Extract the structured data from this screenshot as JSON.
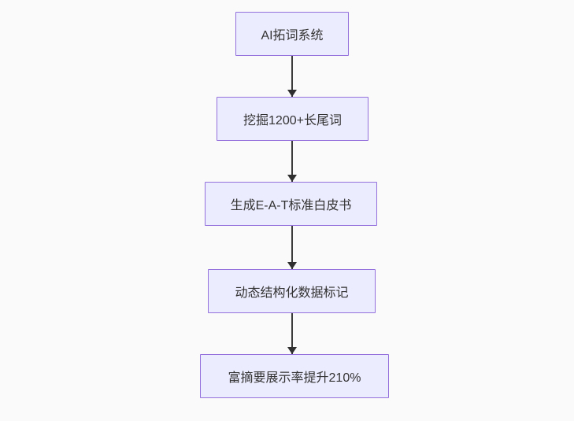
{
  "diagram": {
    "type": "flowchart",
    "direction": "top-down",
    "nodes": [
      {
        "id": "A",
        "label": "AI拓词系统"
      },
      {
        "id": "B",
        "label": "挖掘1200+长尾词"
      },
      {
        "id": "C",
        "label": "生成E-A-T标准白皮书"
      },
      {
        "id": "D",
        "label": "动态结构化数据标记"
      },
      {
        "id": "E",
        "label": "富摘要展示率提升210%"
      }
    ],
    "edges": [
      {
        "from": "A",
        "to": "B"
      },
      {
        "from": "B",
        "to": "C"
      },
      {
        "from": "C",
        "to": "D"
      },
      {
        "from": "D",
        "to": "E"
      }
    ],
    "colors": {
      "node_fill": "#ECECFF",
      "node_border": "#9370DB",
      "edge": "#3b3b3b",
      "text": "#333333",
      "background": "#fafafa"
    }
  }
}
